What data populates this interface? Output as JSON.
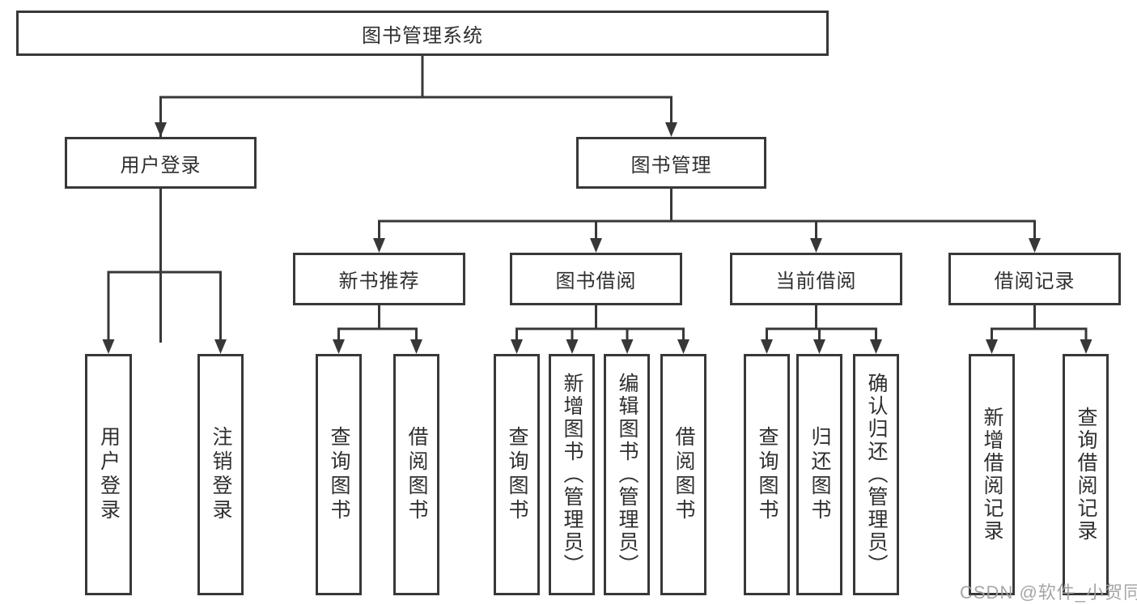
{
  "diagram": {
    "type": "hierarchy-tree",
    "title": "图书管理系统",
    "nodes": {
      "root": "图书管理系统",
      "user_login": "用户登录",
      "book_mgmt": "图书管理",
      "new_books": "新书推荐",
      "book_borrow": "图书借阅",
      "current_borrow": "当前借阅",
      "borrow_records": "借阅记录",
      "leaf_user_login": "用户登录",
      "leaf_logout": "注销登录",
      "nb_query": "查询图书",
      "nb_borrow": "借阅图书",
      "bb_query": "查询图书",
      "bb_add": "新增图书（管理员）",
      "bb_edit": "编辑图书（管理员）",
      "bb_borrow": "借阅图书",
      "cb_query": "查询图书",
      "cb_return": "归还图书",
      "cb_confirm": "确认归还（管理员）",
      "br_add": "新增借阅记录",
      "br_query": "查询借阅记录"
    },
    "edges": [
      [
        "图书管理系统",
        "用户登录"
      ],
      [
        "图书管理系统",
        "图书管理"
      ],
      [
        "用户登录",
        "用户登录"
      ],
      [
        "用户登录",
        "注销登录"
      ],
      [
        "图书管理",
        "新书推荐"
      ],
      [
        "图书管理",
        "图书借阅"
      ],
      [
        "图书管理",
        "当前借阅"
      ],
      [
        "图书管理",
        "借阅记录"
      ],
      [
        "新书推荐",
        "查询图书"
      ],
      [
        "新书推荐",
        "借阅图书"
      ],
      [
        "图书借阅",
        "查询图书"
      ],
      [
        "图书借阅",
        "新增图书（管理员）"
      ],
      [
        "图书借阅",
        "编辑图书（管理员）"
      ],
      [
        "图书借阅",
        "借阅图书"
      ],
      [
        "当前借阅",
        "查询图书"
      ],
      [
        "当前借阅",
        "归还图书"
      ],
      [
        "当前借阅",
        "确认归还（管理员）"
      ],
      [
        "借阅记录",
        "新增借阅记录"
      ],
      [
        "借阅记录",
        "查询借阅记录"
      ]
    ],
    "colors": {
      "background": "#ffffff",
      "line": "#383838",
      "text": "#2f2f2f",
      "watermark": "#9e9e9e"
    },
    "watermark": "CSDN @软件_小贺同学"
  }
}
